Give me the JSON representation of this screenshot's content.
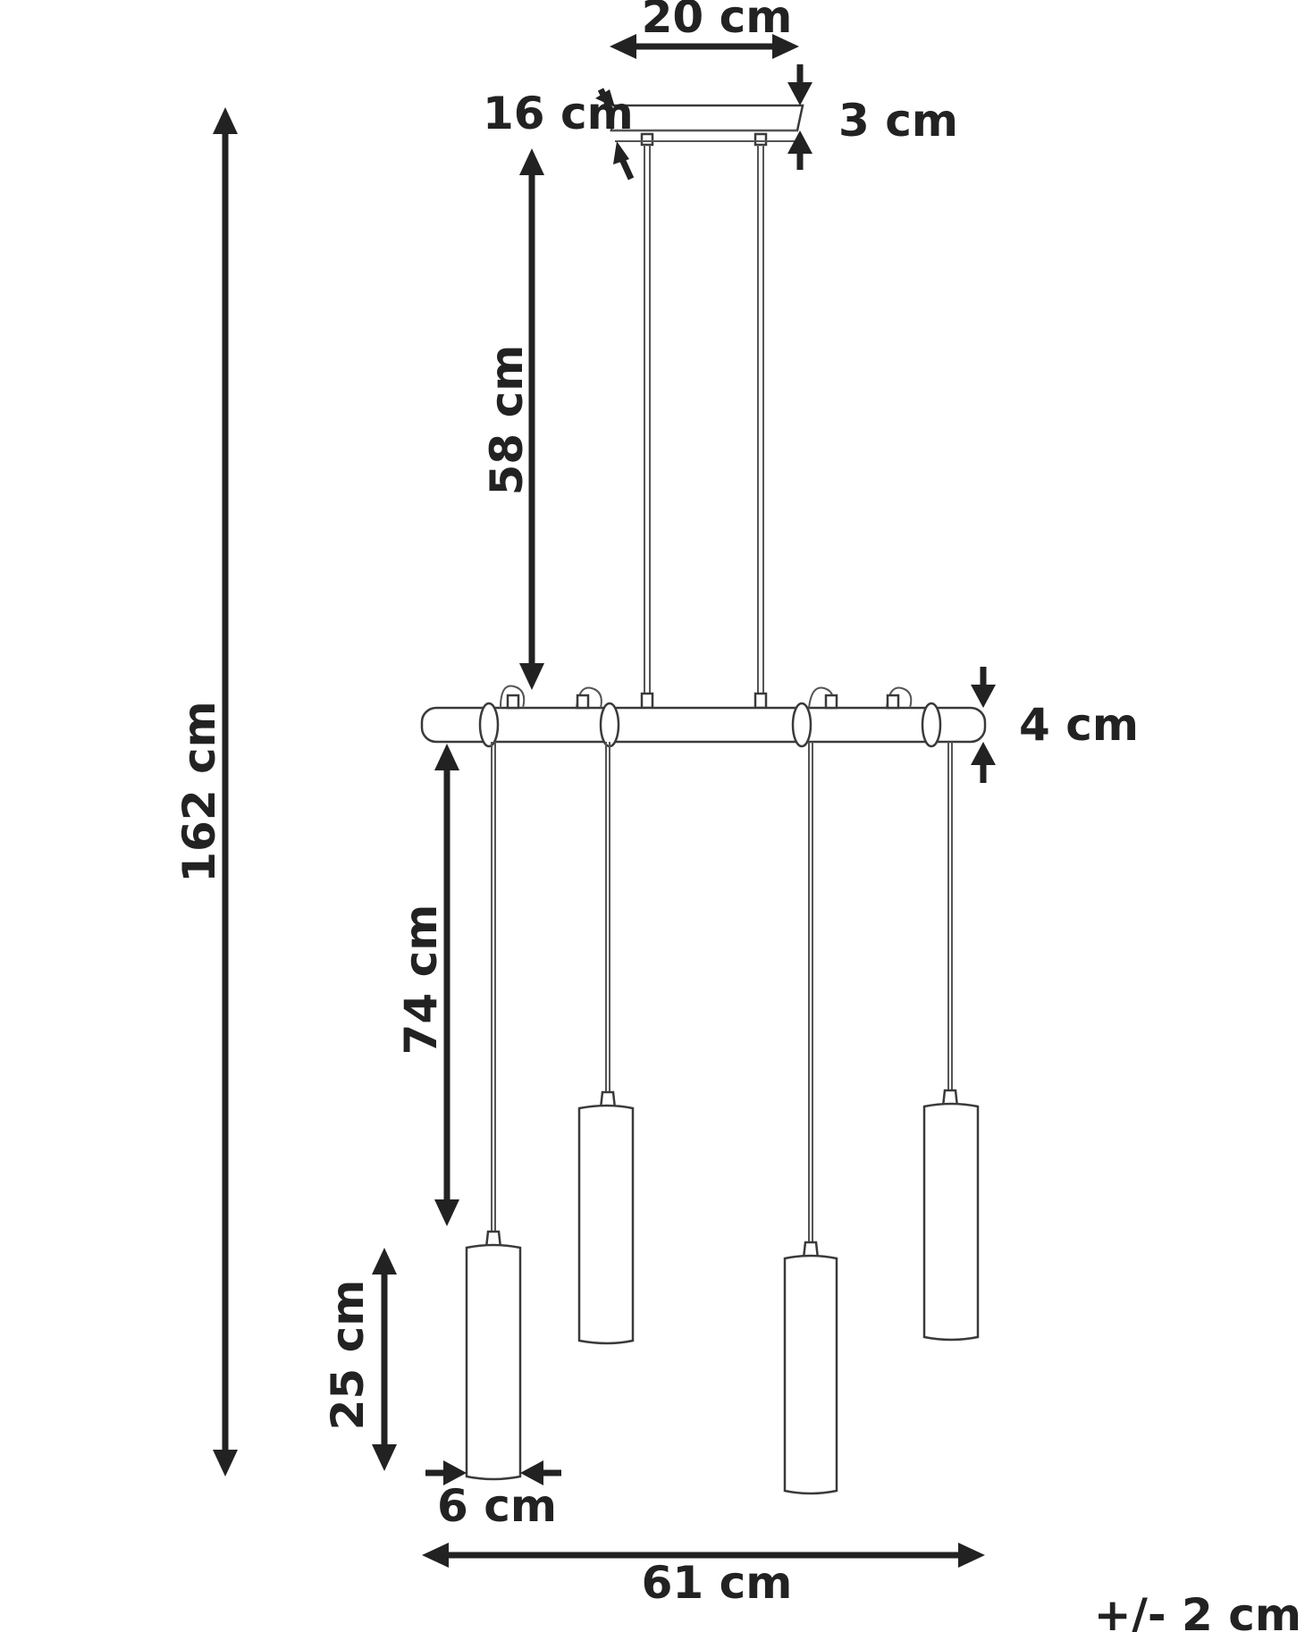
{
  "title": "",
  "colors": {
    "ink": "#222222",
    "outline": "#3a3a3a",
    "background": "#ffffff"
  },
  "dimensions": {
    "canopy_width": "20 cm",
    "canopy_depth": "16 cm",
    "canopy_height": "3 cm",
    "suspension_length": "58 cm",
    "total_height": "162 cm",
    "bar_height": "4 cm",
    "cord_length": "74 cm",
    "shade_height": "25 cm",
    "shade_diameter": "6 cm",
    "total_width": "61 cm",
    "tolerance": "+/- 2 cm"
  }
}
